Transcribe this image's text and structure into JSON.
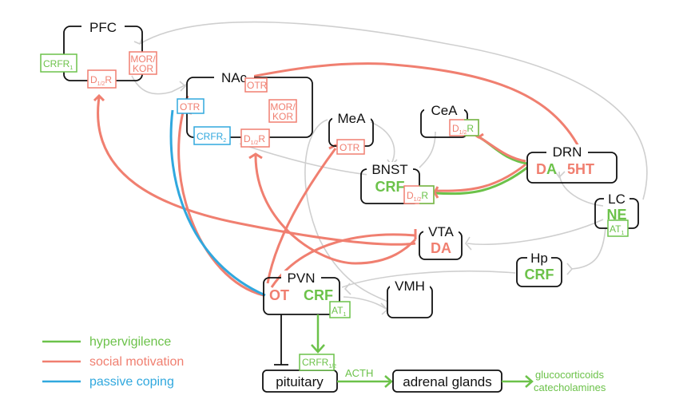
{
  "colors": {
    "hypervigilence": "#6cc24a",
    "social_motivation": "#f07f70",
    "passive_coping": "#30a8de",
    "neutral": "#c8c8c8",
    "box": "#111111"
  },
  "regions": {
    "pfc": {
      "label": "PFC",
      "receptors": [
        "CRFR1",
        "MOR/KOR",
        "D1/2R"
      ]
    },
    "nac": {
      "label": "NAc",
      "receptors": [
        "OTR",
        "CRFR2",
        "D1/2R",
        "MOR/KOR",
        "OTR"
      ]
    },
    "mea": {
      "label": "MeA",
      "receptors": [
        "OTR"
      ]
    },
    "cea": {
      "label": "CeA",
      "receptors": [
        "D1/2R"
      ]
    },
    "bnst": {
      "label": "BNST",
      "transmitter": "CRF",
      "receptors": [
        "D1/2R"
      ]
    },
    "drn": {
      "label": "DRN",
      "transmitter_1a": "D",
      "transmitter_1b": "A",
      "transmitter_2": "5HT"
    },
    "lc": {
      "label": "LC",
      "transmitter": "NE",
      "receptors": [
        "AT1"
      ]
    },
    "vta": {
      "label": "VTA",
      "transmitter": "DA"
    },
    "hp": {
      "label": "Hp",
      "transmitter": "CRF"
    },
    "pvn": {
      "label": "PVN",
      "transmitter_1": "OT",
      "transmitter_2": "CRF",
      "receptors": [
        "AT1"
      ]
    },
    "vmh": {
      "label": "VMH"
    }
  },
  "receptor_labels": {
    "crfr": "CRFR",
    "sub_1": "1",
    "sub_2": "2",
    "sub_12": "1/2",
    "d": "D",
    "r": "R",
    "at": "AT",
    "otr": "OTR",
    "mor": "MOR/",
    "kor": "KOR"
  },
  "hpa_axis": {
    "pituitary": "pituitary",
    "pituitary_receptor": "CRFR",
    "pituitary_receptor_sub": "1/2",
    "acth": "ACTH",
    "adrenal": "adrenal glands",
    "output_1": "glucocorticoids",
    "output_2": "catecholamines"
  },
  "legend": [
    {
      "label": "hypervigilence",
      "color": "#6cc24a"
    },
    {
      "label": "social motivation",
      "color": "#f07f70"
    },
    {
      "label": "passive coping",
      "color": "#30a8de"
    }
  ]
}
